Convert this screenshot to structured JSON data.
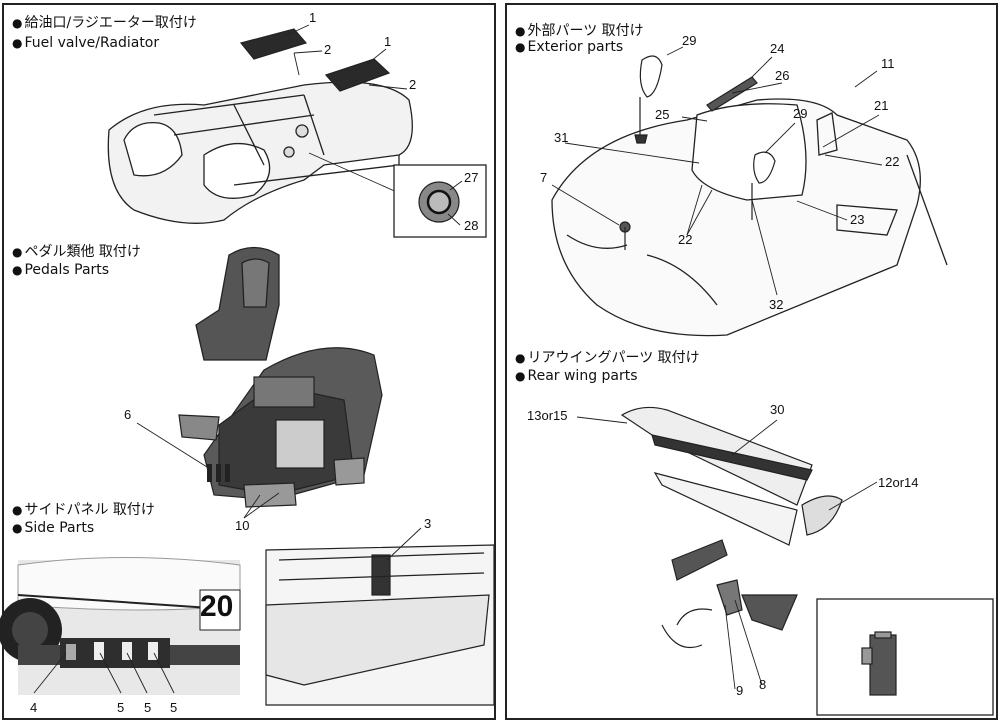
{
  "left": {
    "sections": [
      {
        "title_jp": "給油口/ラジエーター取付け",
        "title_en": "Fuel valve/Radiator"
      },
      {
        "title_jp": "ペダル類他 取付け",
        "title_en": "Pedals Parts"
      },
      {
        "title_jp": "サイドパネル 取付け",
        "title_en": "Side Parts"
      }
    ],
    "callouts": {
      "n1a": "1",
      "n2a": "2",
      "n1b": "1",
      "n2b": "2",
      "n27": "27",
      "n28": "28",
      "n6": "6",
      "n10": "10",
      "n3": "3",
      "n4": "4",
      "n5a": "5",
      "n5b": "5",
      "n5c": "5"
    },
    "decal_text": "20"
  },
  "right": {
    "sections": [
      {
        "title_jp": "外部パーツ 取付け",
        "title_en": "Exterior parts"
      },
      {
        "title_jp": "リアウイングパーツ 取付け",
        "title_en": "Rear wing parts"
      }
    ],
    "callouts": {
      "n29a": "29",
      "n24": "24",
      "n11": "11",
      "n26": "26",
      "n25": "25",
      "n29b": "29",
      "n21": "21",
      "n31": "31",
      "n22a": "22",
      "n7": "7",
      "n22b": "22",
      "n23": "23",
      "n32": "32",
      "n13": "13or15",
      "n30": "30",
      "n12": "12or14",
      "n9": "9",
      "n8": "8"
    }
  },
  "bullet": "●"
}
